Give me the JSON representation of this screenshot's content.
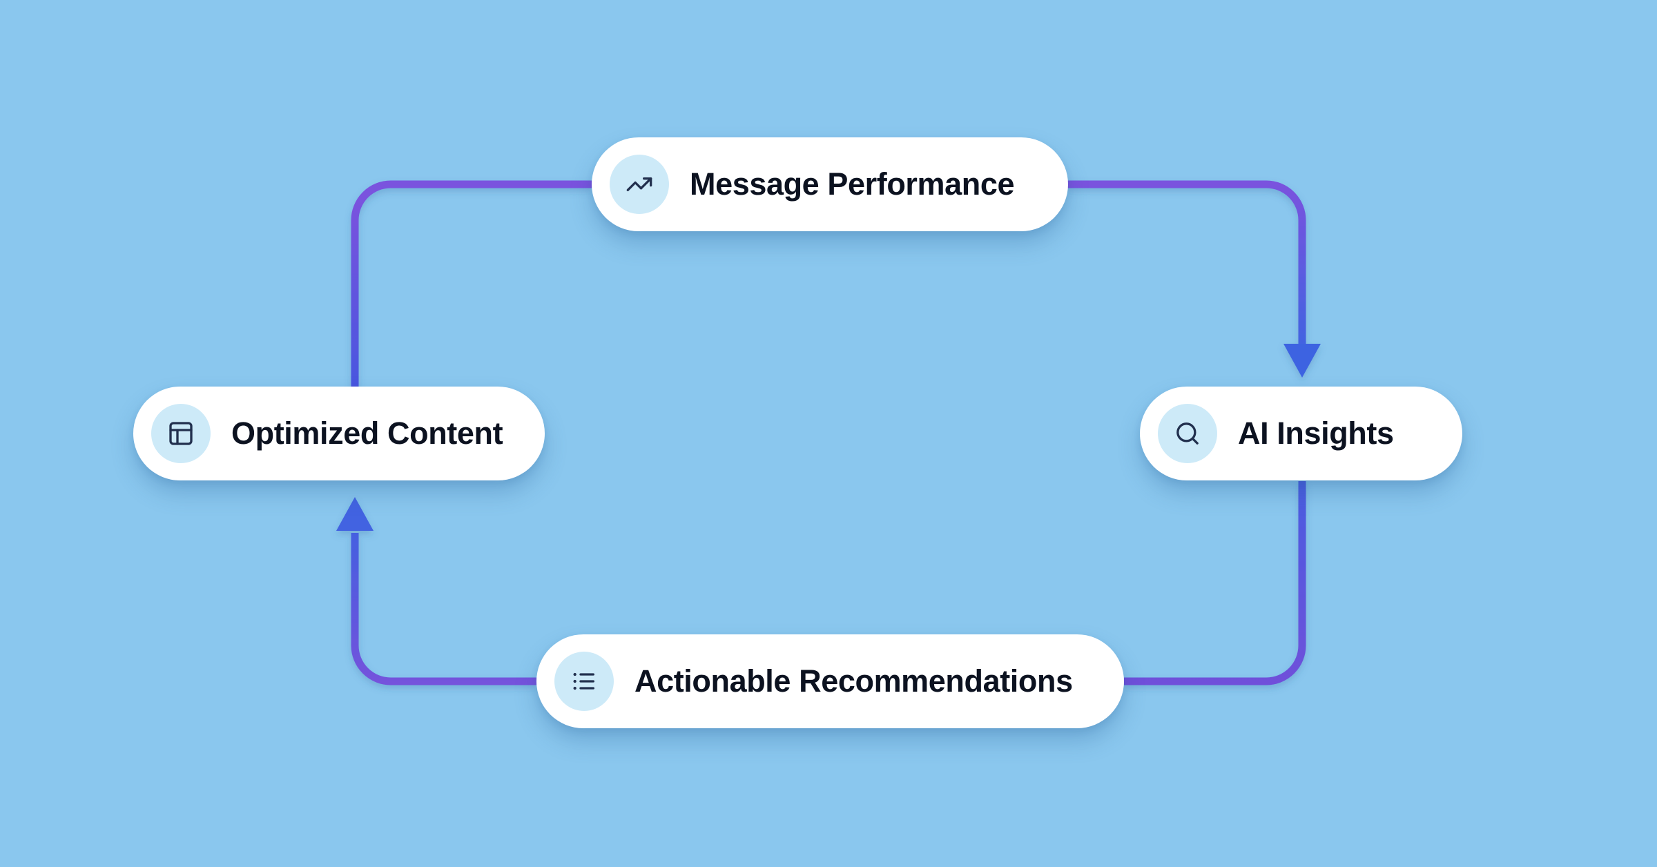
{
  "diagram": {
    "type": "cycle-flow",
    "nodes": [
      {
        "id": "message-performance",
        "label": "Message Performance",
        "icon": "trending-up-icon"
      },
      {
        "id": "ai-insights",
        "label": "AI Insights",
        "icon": "search-icon"
      },
      {
        "id": "optimized-content",
        "label": "Optimized Content",
        "icon": "panels-layout-icon"
      },
      {
        "id": "actionable-recommendations",
        "label": "Actionable Recommendations",
        "icon": "list-icon"
      }
    ],
    "edges": [
      {
        "from": "message-performance",
        "to": "ai-insights",
        "arrowhead": true
      },
      {
        "from": "ai-insights",
        "to": "actionable-recommendations",
        "arrowhead": false
      },
      {
        "from": "actionable-recommendations",
        "to": "optimized-content",
        "arrowhead": true
      },
      {
        "from": "optimized-content",
        "to": "message-performance",
        "arrowhead": false
      }
    ],
    "colors": {
      "background": "#8AC7EE",
      "node_background": "#FFFFFF",
      "icon_circle_background": "#CDEAF8",
      "icon_stroke": "#22304E",
      "label_text": "#0C1220",
      "edge_purple": "#7A52DE",
      "edge_blue": "#3E64E1"
    }
  }
}
